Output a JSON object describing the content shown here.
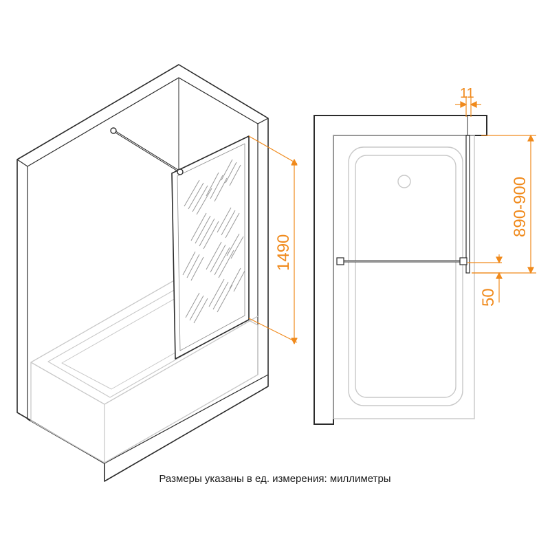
{
  "dimensions": {
    "height": "1490",
    "top_clearance": "11",
    "fixing_range": "890-900",
    "offset": "50"
  },
  "caption": "Размеры указаны в ед. измерения: миллиметры",
  "colors": {
    "line": "#2b2b2b",
    "thin_line": "#9a9a9a",
    "dimension": "#f08a1c",
    "tub": "#c8c8c8"
  }
}
